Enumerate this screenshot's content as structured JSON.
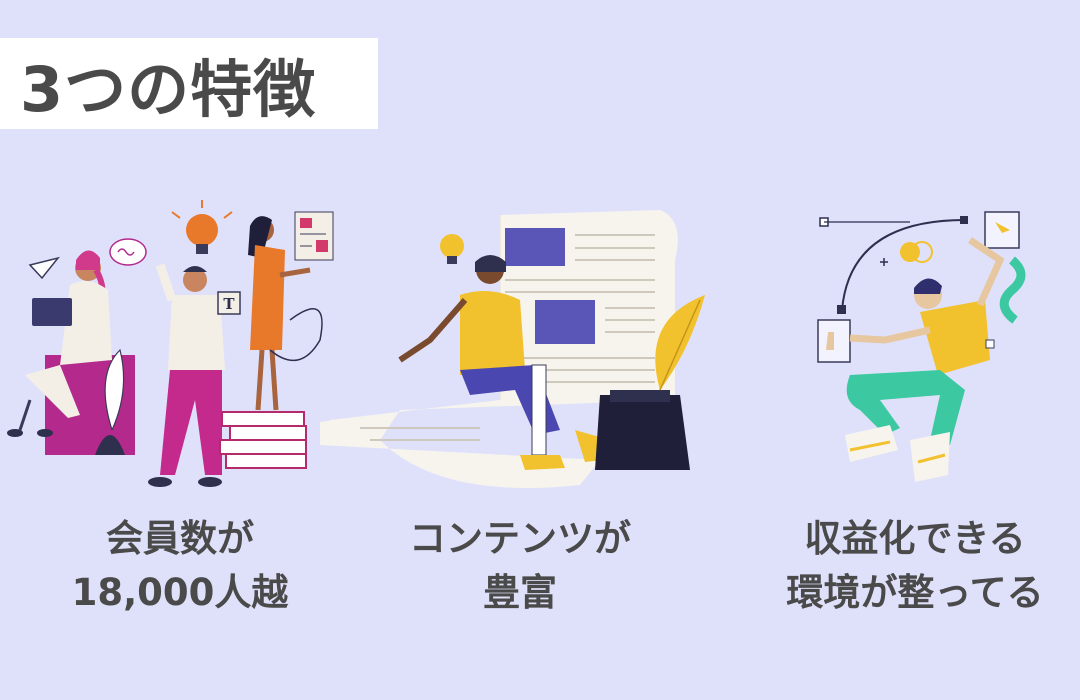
{
  "header": {
    "title": "3つの特徴"
  },
  "features": [
    {
      "line1": "会員数が",
      "line2": "18,000人越",
      "illustration": "community-people-illustration"
    },
    {
      "line1": "コンテンツが",
      "line2": "豊富",
      "illustration": "writer-with-document-illustration"
    },
    {
      "line1": "収益化できる",
      "line2": "環境が整ってる",
      "illustration": "floating-designer-illustration"
    }
  ],
  "colors": {
    "background": "#dfe1fb",
    "text": "#4a4a4a",
    "accent_orange": "#e8782a",
    "accent_yellow": "#f2c12e",
    "accent_magenta": "#b42a8c",
    "accent_navy": "#2f2f6e",
    "accent_green": "#3cc8a0"
  }
}
